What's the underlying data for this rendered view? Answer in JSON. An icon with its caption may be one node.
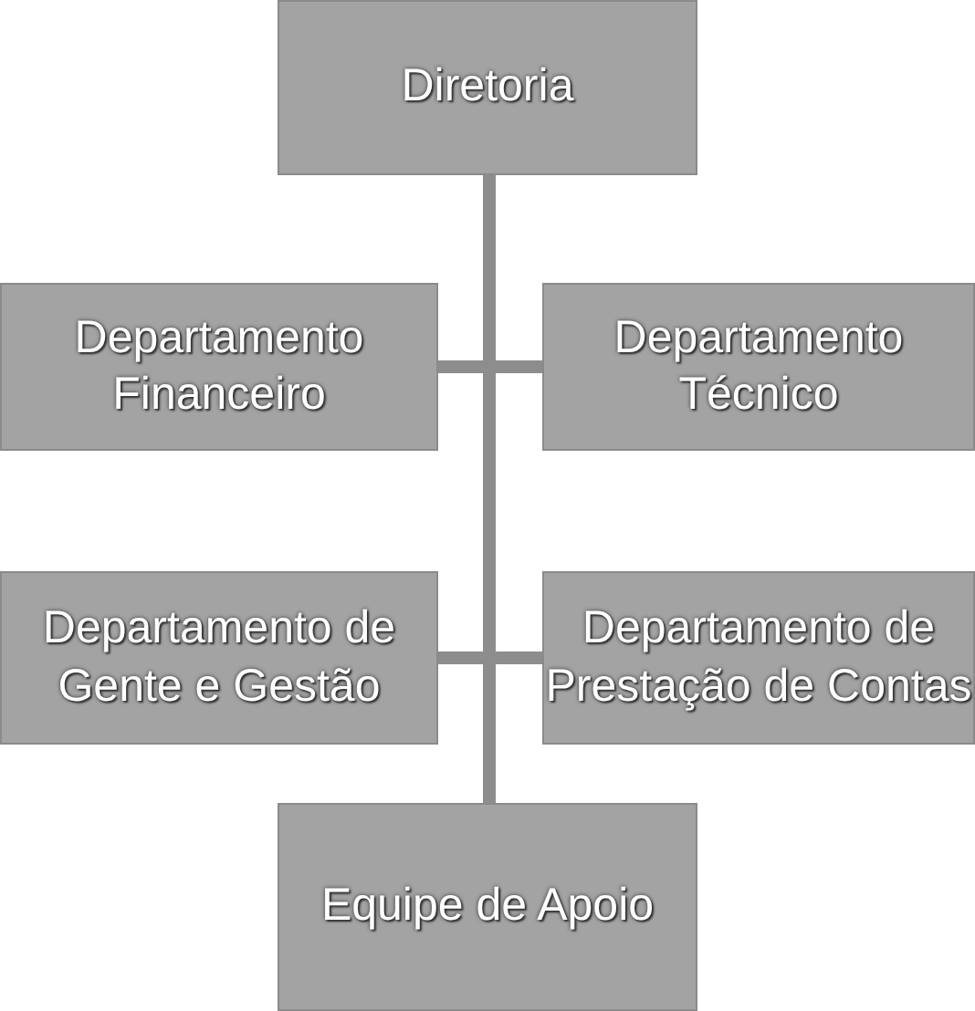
{
  "diagram": {
    "nodes": [
      {
        "text": [
          "Diretoria"
        ]
      },
      {
        "text": [
          "Departamento Financeiro"
        ]
      },
      {
        "text": [
          "Departamento Técnico"
        ]
      },
      {
        "text": [
          "Departamento de Gente e Gestão"
        ]
      },
      {
        "text": [
          "Departamento de Prestação de Contas"
        ]
      },
      {
        "text": [
          "Equipe de Apoio"
        ]
      }
    ],
    "edges": [
      {
        "from": 0,
        "to": 1,
        "arrow": "none"
      },
      {
        "from": 0,
        "to": 2,
        "arrow": "none"
      },
      {
        "from": 0,
        "to": 3,
        "arrow": "none"
      },
      {
        "from": 0,
        "to": 4,
        "arrow": "none"
      },
      {
        "from": 0,
        "to": 5,
        "arrow": "none"
      }
    ]
  }
}
